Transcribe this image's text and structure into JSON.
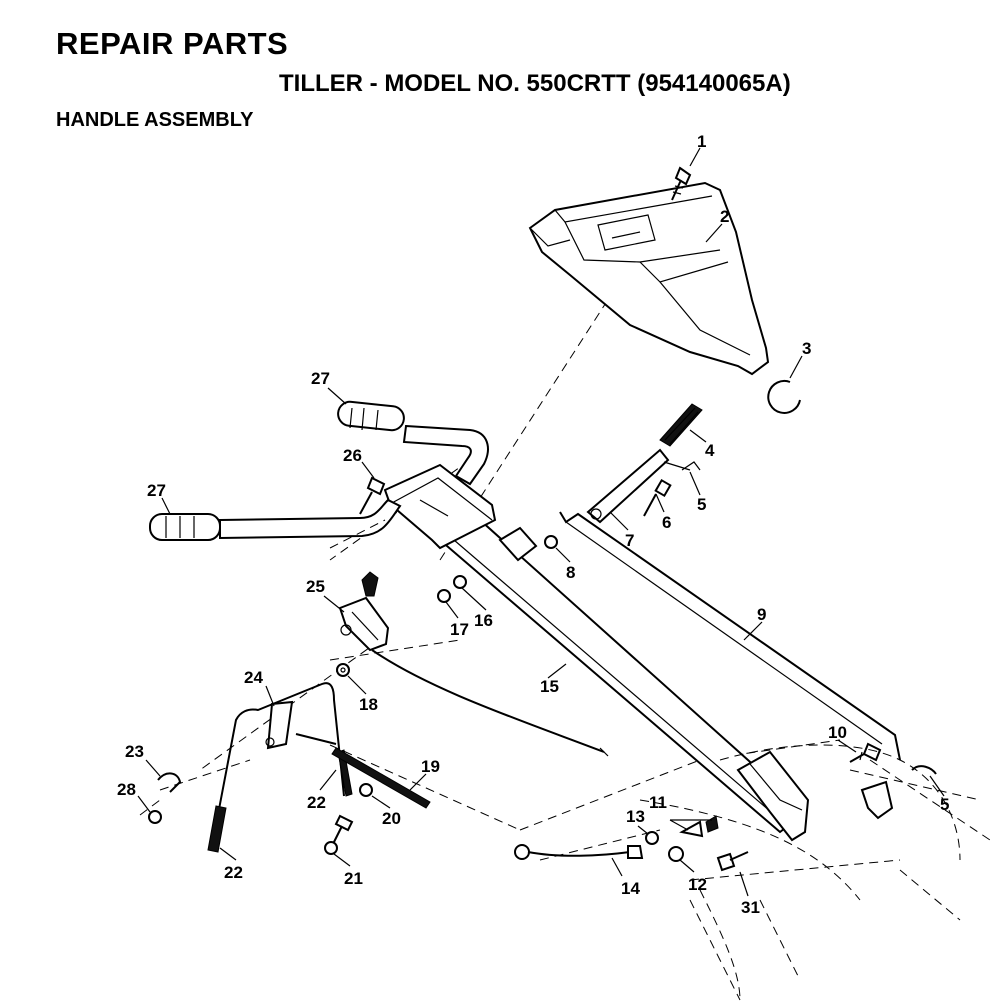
{
  "header": {
    "title": "REPAIR PARTS",
    "subtitle": "TILLER - MODEL NO. 550CRTT (954140065A)",
    "section": "HANDLE ASSEMBLY"
  },
  "callouts": [
    "1",
    "2",
    "3",
    "4",
    "5",
    "5",
    "6",
    "7",
    "8",
    "9",
    "10",
    "11",
    "12",
    "13",
    "14",
    "15",
    "16",
    "17",
    "18",
    "19",
    "20",
    "21",
    "22",
    "22",
    "23",
    "24",
    "25",
    "26",
    "27",
    "27",
    "28",
    "31"
  ]
}
